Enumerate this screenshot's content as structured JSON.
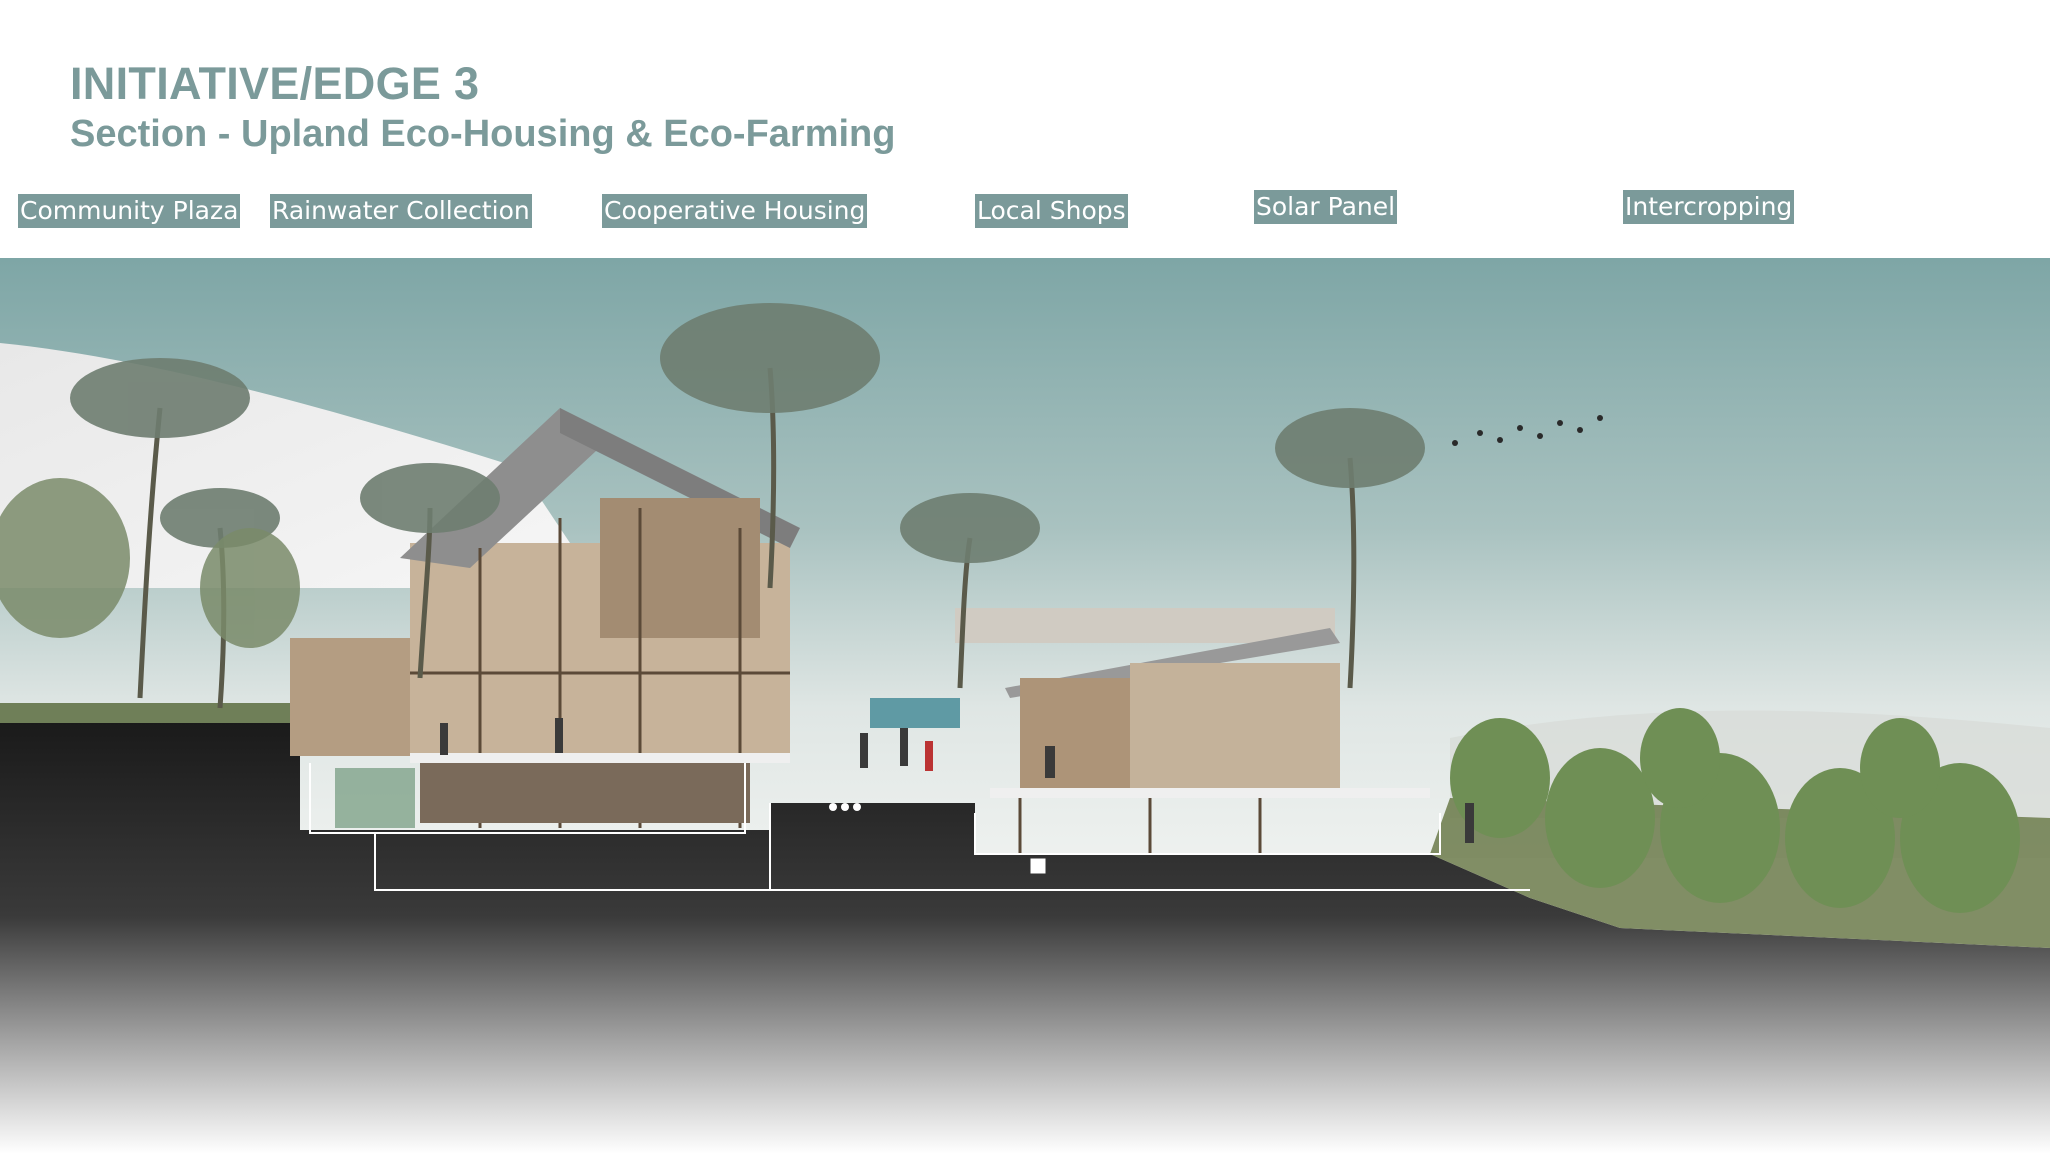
{
  "title": "INITIATIVE/EDGE 3",
  "subtitle": "Section - Upland Eco-Housing & Eco-Farming",
  "labels": [
    "Community Plaza",
    "Rainwater Collection",
    "Cooperative Housing",
    "Local Shops",
    "Solar Panel",
    "Intercropping"
  ],
  "colors": {
    "accent": "#7b9a9a",
    "label_text": "#ffffff",
    "sky": "#8fb1b0",
    "ground": "#1f1f1f"
  }
}
